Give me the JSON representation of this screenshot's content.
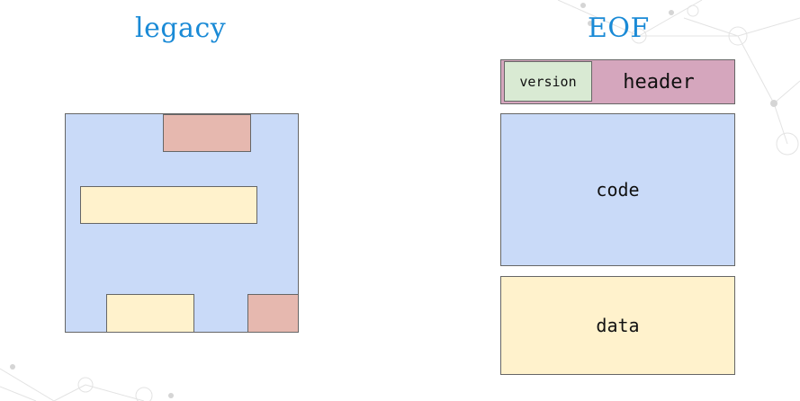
{
  "legacy": {
    "title": "legacy"
  },
  "eof": {
    "title": "EOF",
    "version_label": "version",
    "header_label": "header",
    "code_label": "code",
    "data_label": "data"
  },
  "colors": {
    "title": "#1a8ad6",
    "code_blue": "#c9daf8",
    "block_red": "#e6b8af",
    "data_yellow": "#fff2cc",
    "header_pink": "#d5a6bd",
    "version_green": "#d9ead3"
  }
}
